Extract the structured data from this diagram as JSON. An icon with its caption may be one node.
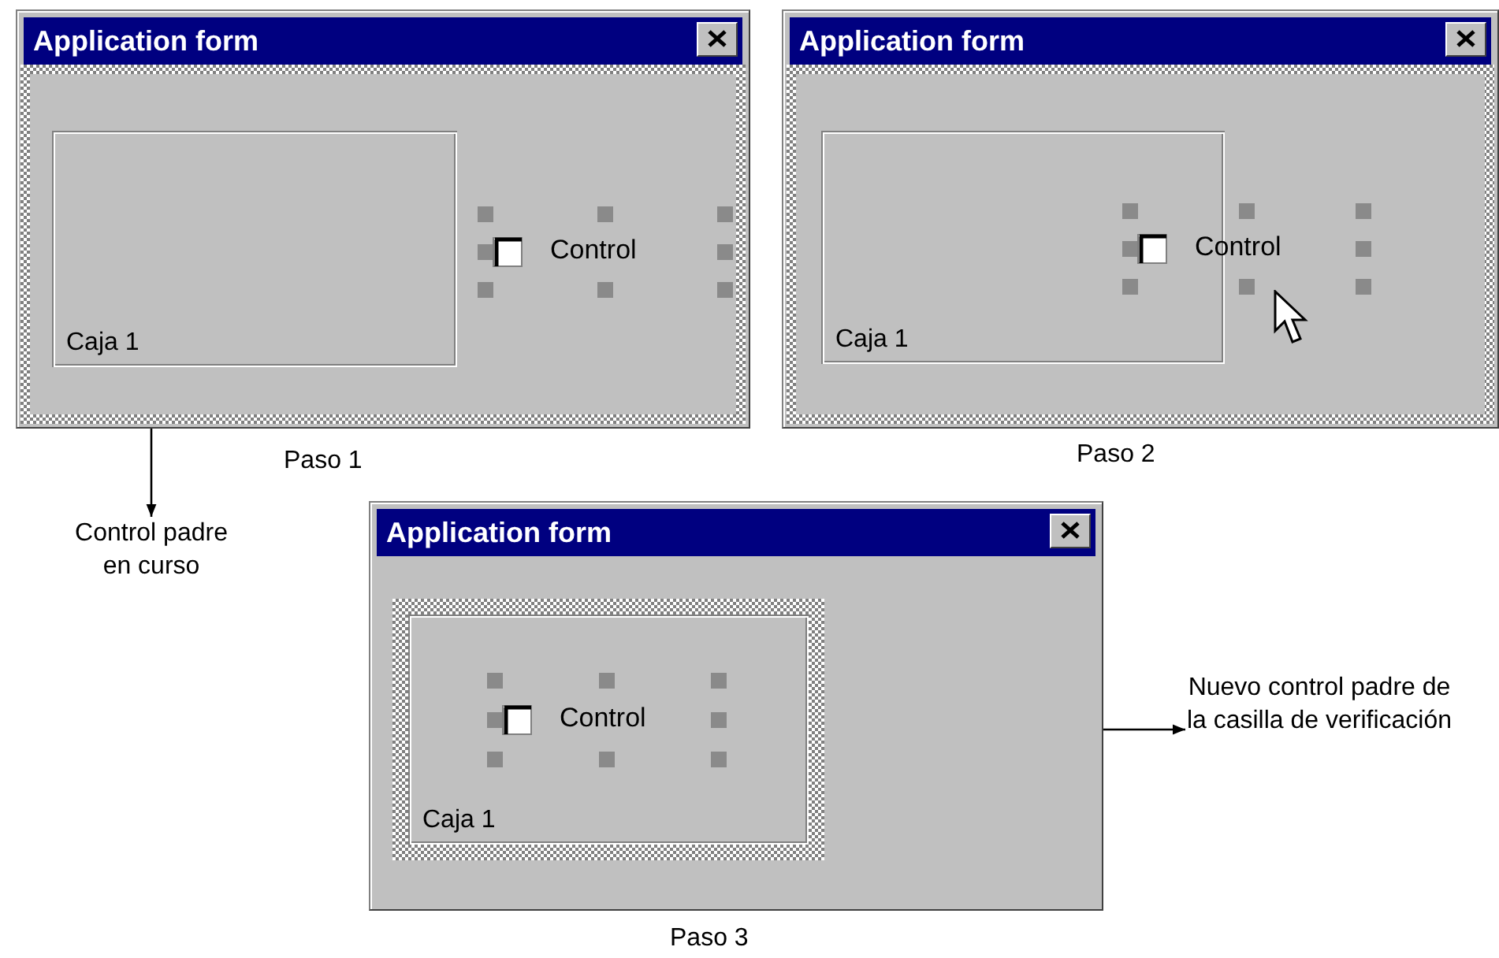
{
  "diagram": {
    "nodes": [
      {
        "text": [
          "Application form"
        ],
        "beside": [
          "Paso 1"
        ]
      },
      {
        "text": [
          "Caja 1"
        ],
        "in": 0
      },
      {
        "text": [
          "Control"
        ],
        "in": 0
      },
      {
        "text": [
          "Application form"
        ],
        "beside": [
          "Paso 2"
        ]
      },
      {
        "text": [
          "Caja 1"
        ],
        "in": 3
      },
      {
        "text": [
          "Control"
        ],
        "in": 3
      },
      {
        "text": [
          "Application form"
        ],
        "beside": [
          "Paso 3"
        ]
      },
      {
        "text": [
          "Caja 1"
        ],
        "in": 6
      },
      {
        "text": [
          "Control"
        ],
        "in": 7
      },
      {
        "text": [
          "Control padre en curso"
        ]
      },
      {
        "text": [
          "Nuevo control padre de la casilla de verificación"
        ]
      }
    ],
    "edges": [
      {
        "from": 0,
        "to": 9,
        "arrow": "to"
      },
      {
        "from": 7,
        "to": 10,
        "arrow": "to"
      }
    ]
  }
}
